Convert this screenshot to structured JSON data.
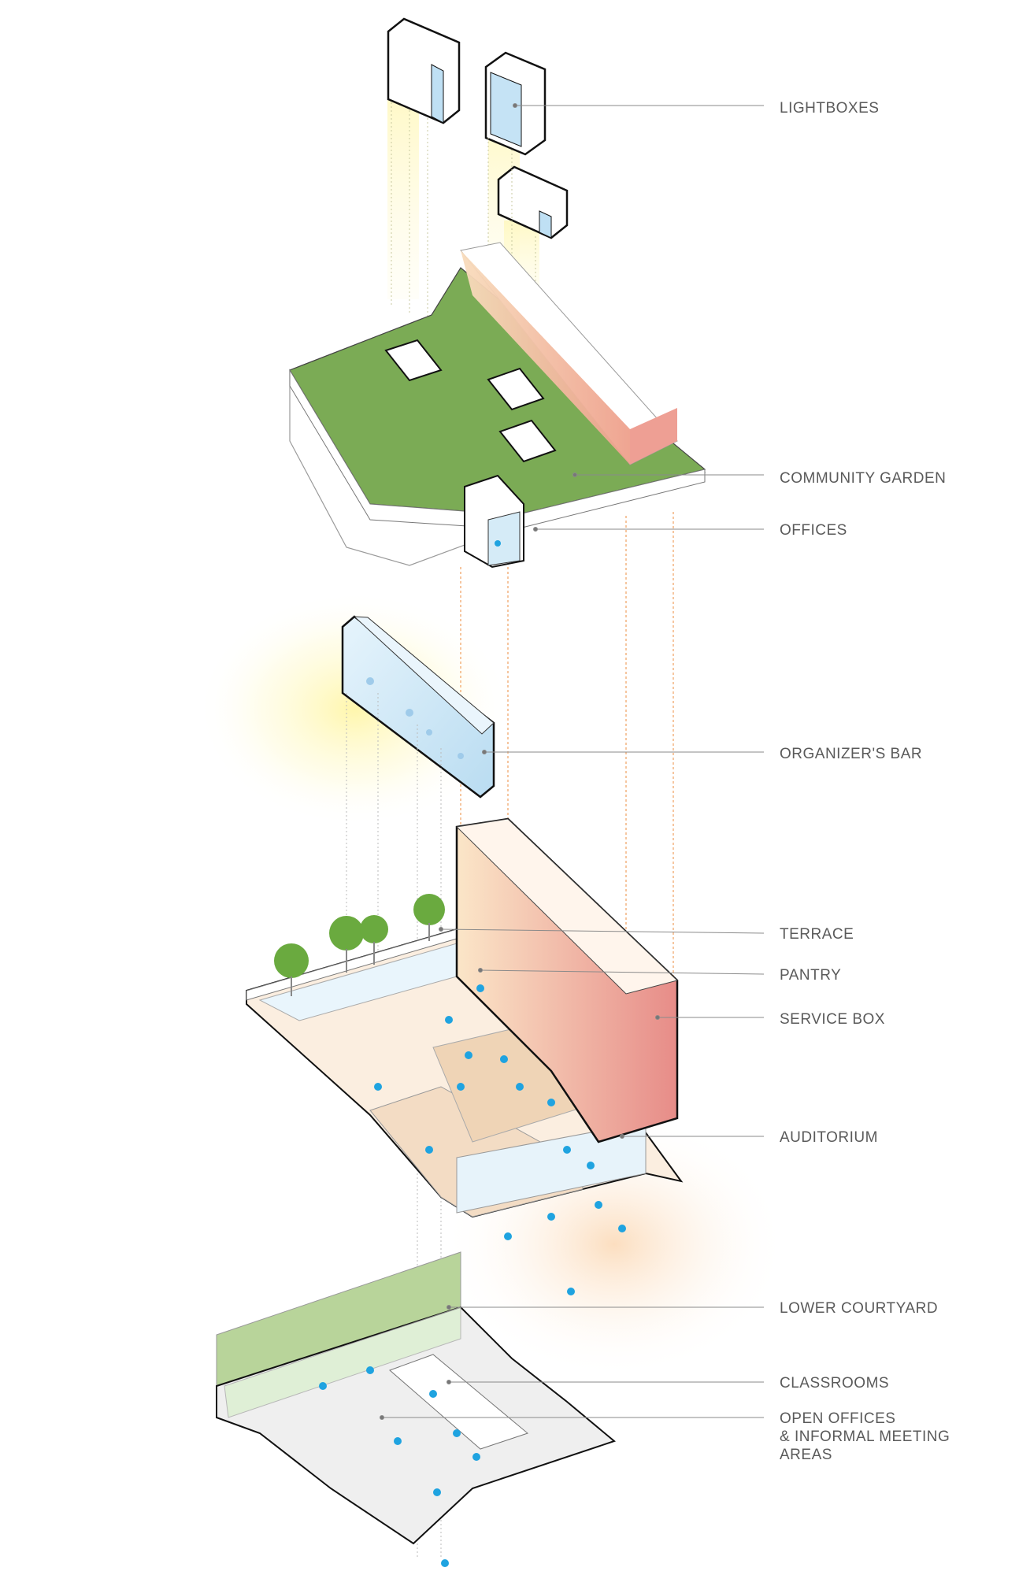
{
  "diagram": {
    "labels": {
      "lightboxes": "LIGHTBOXES",
      "community_garden": "COMMUNITY GARDEN",
      "offices": "OFFICES",
      "organizers_bar": "ORGANIZER'S BAR",
      "terrace": "TERRACE",
      "pantry": "PANTRY",
      "service_box": "SERVICE BOX",
      "auditorium": "AUDITORIUM",
      "lower_courtyard": "LOWER COURTYARD",
      "classrooms": "CLASSROOMS",
      "open_offices": "OPEN OFFICES\n& INFORMAL MEETING\n AREAS"
    },
    "colors": {
      "garden": "#7bab55",
      "service_top": "#f6d9b8",
      "service_bottom": "#e8908a",
      "glass": "#cfe8f7",
      "people": "#1fa3e0",
      "glow": "#fff3a0",
      "lower_wall": "#b8d49a",
      "leader": "#8a8a8a"
    }
  }
}
